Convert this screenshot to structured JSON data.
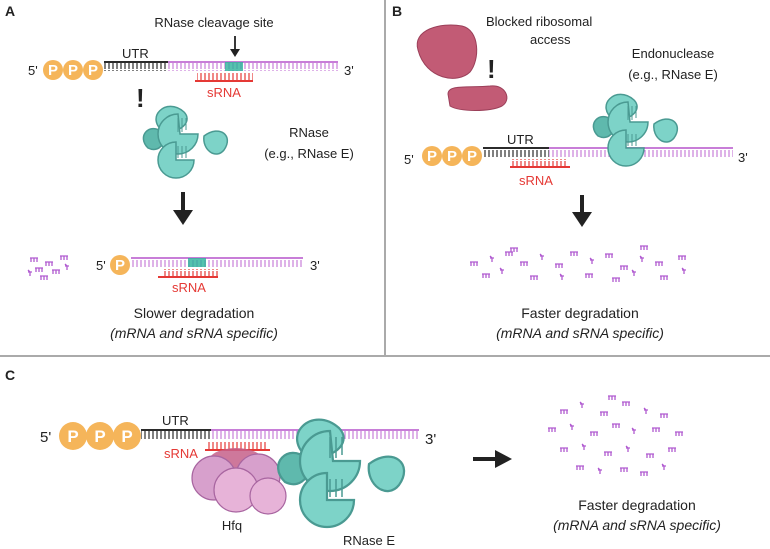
{
  "panels": {
    "a": {
      "letter": "A",
      "cleavage_label": "RNase cleavage site",
      "five_prime": "5'",
      "three_prime": "3'",
      "utr": "UTR",
      "srna": "sRNA",
      "rnase_line1": "RNase",
      "rnase_line2": "(e.g., RNase E)",
      "alert": "!",
      "five_prime_after": "5'",
      "three_prime_after": "3'",
      "srna_after": "sRNA",
      "outcome_line1": "Slower degradation",
      "outcome_line2": "(mRNA and sRNA specific)"
    },
    "b": {
      "letter": "B",
      "blocked_line1": "Blocked ribosomal",
      "blocked_line2": "access",
      "alert": "!",
      "endo_line1": "Endonuclease",
      "endo_line2": "(e.g., RNase E)",
      "five_prime": "5'",
      "three_prime": "3'",
      "utr": "UTR",
      "srna": "sRNA",
      "outcome_line1": "Faster degradation",
      "outcome_line2": "(mRNA and sRNA specific)"
    },
    "c": {
      "letter": "C",
      "five_prime": "5'",
      "three_prime": "3'",
      "utr": "UTR",
      "srna": "sRNA",
      "hfq": "Hfq",
      "rnase": "RNase E",
      "outcome_line1": "Faster degradation",
      "outcome_line2": "(mRNA and sRNA specific)"
    }
  },
  "phosphate": "P",
  "colors": {
    "phosphate": "#f5b55a",
    "utr_strand": "#2b2b2b",
    "mrna": "#c87ed8",
    "srna": "#e53935",
    "cleavage_site": "#2bb39a",
    "rnase": "#7dd3c8",
    "rnase_dark": "#4a9a92",
    "ribosome": "#c25b75",
    "hfq": "#e7b3d8",
    "fragments": "#b05ad0"
  },
  "icons": [
    "down-arrow-icon",
    "right-arrow-icon",
    "alert-icon",
    "rnase-e-icon",
    "ribosome-icon",
    "hfq-icon"
  ]
}
